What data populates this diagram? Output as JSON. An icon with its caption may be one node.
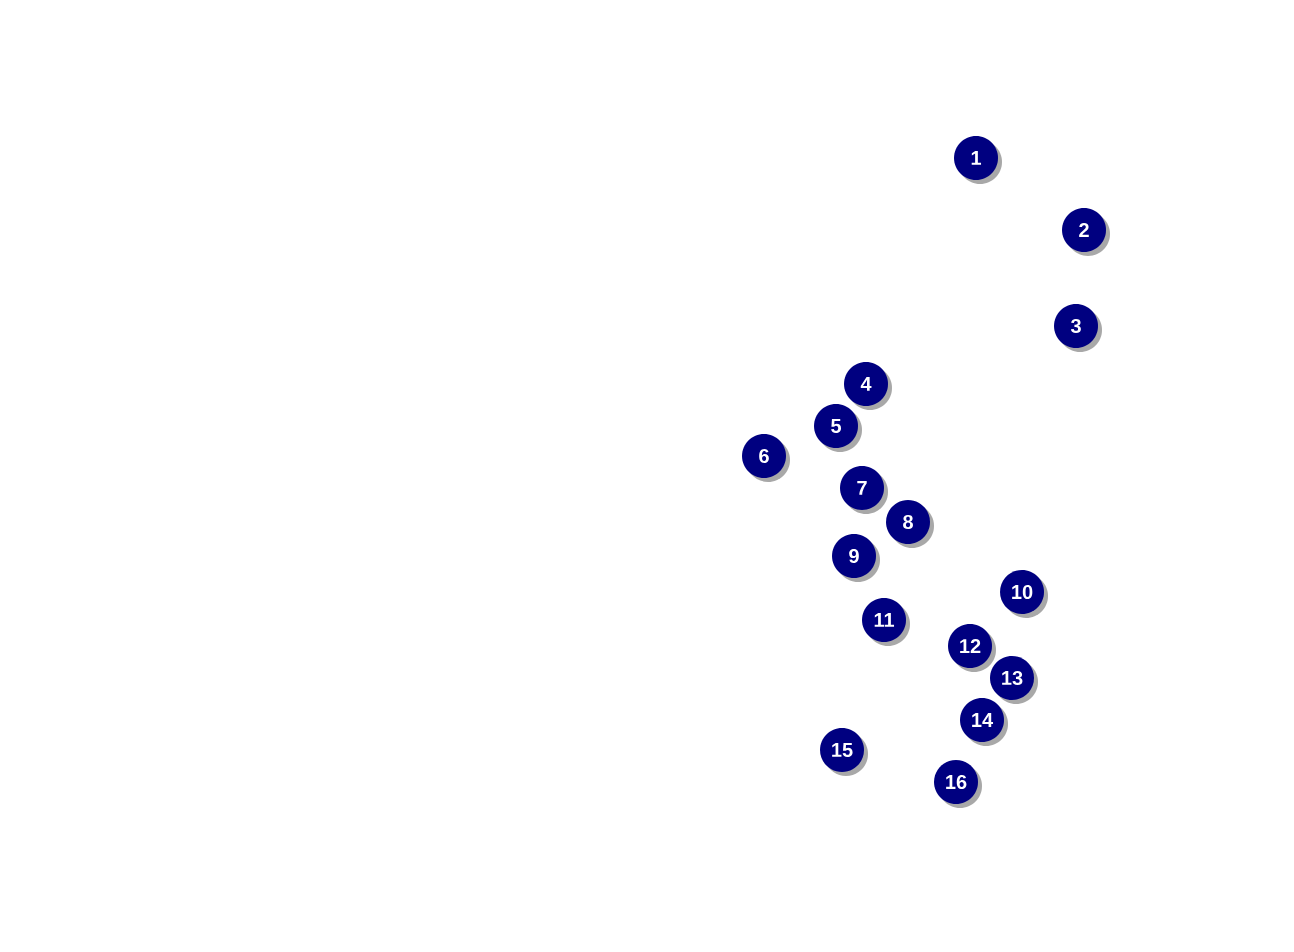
{
  "diagram": {
    "nodes": [
      {
        "text": [
          "1"
        ]
      },
      {
        "text": [
          "2"
        ]
      },
      {
        "text": [
          "3"
        ]
      },
      {
        "text": [
          "4"
        ]
      },
      {
        "text": [
          "5"
        ]
      },
      {
        "text": [
          "6"
        ]
      },
      {
        "text": [
          "7"
        ]
      },
      {
        "text": [
          "8"
        ]
      },
      {
        "text": [
          "9"
        ]
      },
      {
        "text": [
          "10"
        ]
      },
      {
        "text": [
          "11"
        ]
      },
      {
        "text": [
          "12"
        ]
      },
      {
        "text": [
          "13"
        ]
      },
      {
        "text": [
          "14"
        ]
      },
      {
        "text": [
          "15"
        ]
      },
      {
        "text": [
          "16"
        ]
      }
    ]
  }
}
